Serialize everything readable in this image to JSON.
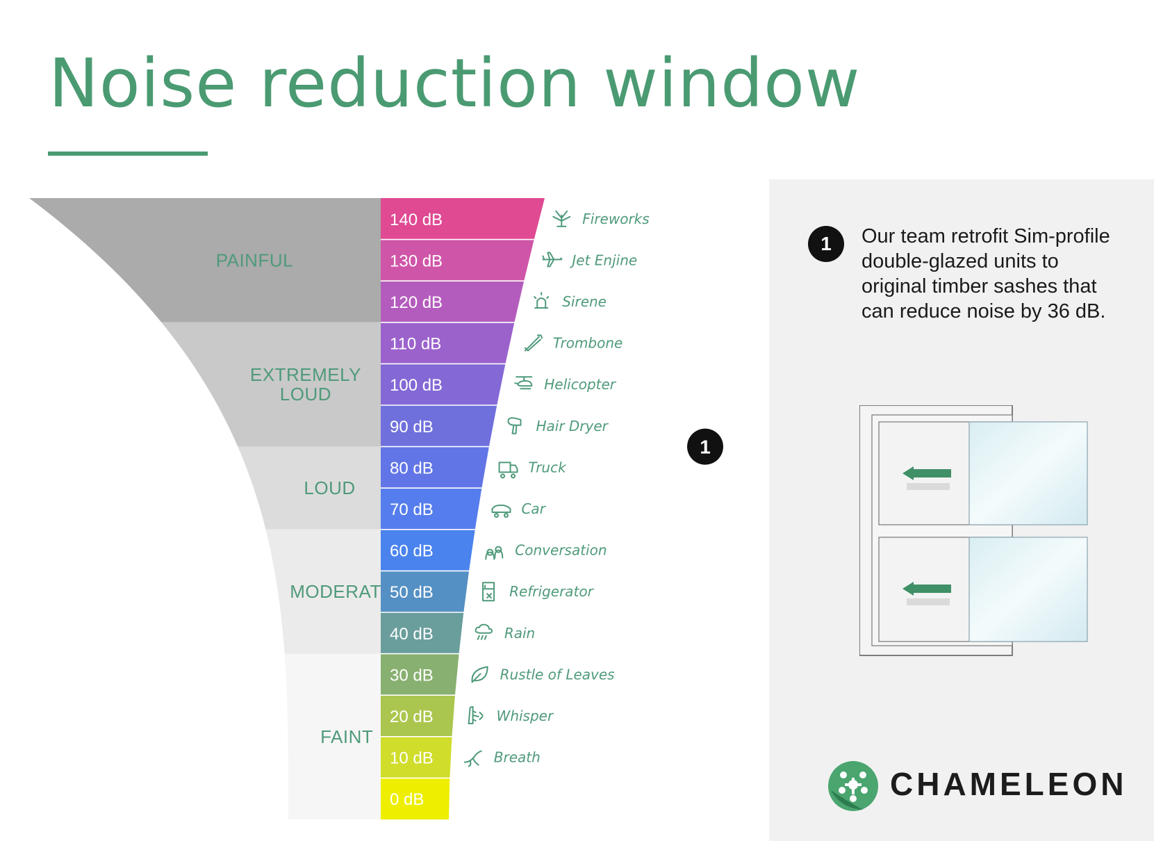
{
  "title": "Noise reduction window",
  "colors": {
    "brand_green": "#4a9a72",
    "scale_top": "#e14a93",
    "scale_mid": "#4a83ee",
    "scale_bottom": "#eeee00",
    "marker_line": "#7b6fd6",
    "panel_bg": "#f1f1f1"
  },
  "bands": [
    {
      "label_lines": [
        "PAINFUL"
      ],
      "color": "#ababab"
    },
    {
      "label_lines": [
        "EXTREMELY",
        "LOUD"
      ],
      "color": "#c9c9c9"
    },
    {
      "label_lines": [
        "LOUD"
      ],
      "color": "#dcdcdc"
    },
    {
      "label_lines": [
        "MODERATE"
      ],
      "color": "#ebebeb"
    },
    {
      "label_lines": [
        "FAINT"
      ],
      "color": "#f6f6f6"
    }
  ],
  "levels": [
    {
      "label": "140 dB",
      "color": "#df4a93"
    },
    {
      "label": "130 dB",
      "color": "#cf55a8"
    },
    {
      "label": "120 dB",
      "color": "#b45cbd"
    },
    {
      "label": "110 dB",
      "color": "#9b62cc"
    },
    {
      "label": "100 dB",
      "color": "#8468d6"
    },
    {
      "label": "90 dB",
      "color": "#7070dc"
    },
    {
      "label": "80 dB",
      "color": "#6275e6"
    },
    {
      "label": "70 dB",
      "color": "#567ded"
    },
    {
      "label": "60 dB",
      "color": "#4a83ee"
    },
    {
      "label": "50 dB",
      "color": "#5590c4"
    },
    {
      "label": "40 dB",
      "color": "#6a9e9c"
    },
    {
      "label": "30 dB",
      "color": "#88b070"
    },
    {
      "label": "20 dB",
      "color": "#abc64e"
    },
    {
      "label": "10 dB",
      "color": "#d0dd2a"
    },
    {
      "label": "0 dB",
      "color": "#eeee00"
    }
  ],
  "sources": [
    {
      "label": "Fireworks",
      "icon": "fireworks-icon"
    },
    {
      "label": "Jet Enjine",
      "icon": "airplane-icon"
    },
    {
      "label": "Sirene",
      "icon": "siren-icon"
    },
    {
      "label": "Trombone",
      "icon": "trombone-icon"
    },
    {
      "label": "Helicopter",
      "icon": "helicopter-icon"
    },
    {
      "label": "Hair Dryer",
      "icon": "hair-dryer-icon"
    },
    {
      "label": "Truck",
      "icon": "truck-icon"
    },
    {
      "label": "Car",
      "icon": "car-icon"
    },
    {
      "label": "Conversation",
      "icon": "conversation-icon"
    },
    {
      "label": "Refrigerator",
      "icon": "refrigerator-icon"
    },
    {
      "label": "Rain",
      "icon": "rain-cloud-icon"
    },
    {
      "label": "Rustle of Leaves",
      "icon": "leaf-icon"
    },
    {
      "label": "Whisper",
      "icon": "whisper-icon"
    },
    {
      "label": "Breath",
      "icon": "breath-icon"
    }
  ],
  "marker": {
    "badge": "1",
    "level": "85 dB"
  },
  "note": {
    "badge": "1",
    "text": "Our team retrofit Sim-profile double-glazed units to original timber sashes that can reduce noise by 36 dB."
  },
  "brand": {
    "name": "CHAMELEON",
    "logo_icon": "chameleon-logo-icon"
  }
}
